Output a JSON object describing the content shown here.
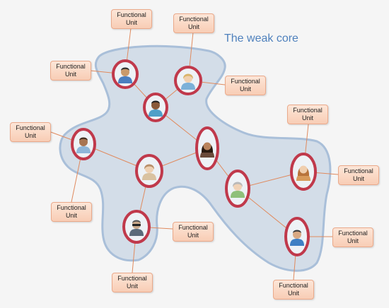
{
  "diagram": {
    "core_label": "The weak core",
    "unit_label_line1": "Functional",
    "unit_label_line2": "Unit",
    "colors": {
      "core_fill": "#d3dde8",
      "core_stroke": "#a9bfd9",
      "ring": "#c0394b",
      "connector": "#e08a5e",
      "unit_fill": "#fbdac8",
      "title": "#4f81bd"
    },
    "people": [
      {
        "id": "p1",
        "avatar": "person-dark-hair-icon"
      },
      {
        "id": "p2",
        "avatar": "person-blonde-icon"
      },
      {
        "id": "p3",
        "avatar": "person-dark-skin-icon"
      },
      {
        "id": "p4",
        "avatar": "person-brown-hair-icon"
      },
      {
        "id": "p5",
        "avatar": "person-long-hair-icon"
      },
      {
        "id": "p6",
        "avatar": "person-older-icon"
      },
      {
        "id": "p7",
        "avatar": "person-sunglasses-icon"
      },
      {
        "id": "p8",
        "avatar": "person-gray-hair-icon"
      },
      {
        "id": "p9",
        "avatar": "person-redhead-icon"
      },
      {
        "id": "p10",
        "avatar": "person-blue-icon"
      }
    ],
    "units": [
      {
        "id": "u1",
        "line1": "Functional",
        "line2": "Unit"
      },
      {
        "id": "u2",
        "line1": "Functional",
        "line2": "Unit"
      },
      {
        "id": "u3",
        "line1": "Functional",
        "line2": "Unit"
      },
      {
        "id": "u4",
        "line1": "Functional",
        "line2": "Unit"
      },
      {
        "id": "u5",
        "line1": "Functional",
        "line2": "Unit"
      },
      {
        "id": "u6",
        "line1": "Functional",
        "line2": "Unit"
      },
      {
        "id": "u7",
        "line1": "Functional",
        "line2": "Unit"
      },
      {
        "id": "u8",
        "line1": "Functional",
        "line2": "Unit"
      },
      {
        "id": "u9",
        "line1": "Functional",
        "line2": "Unit"
      },
      {
        "id": "u10",
        "line1": "Functional",
        "line2": "Unit"
      },
      {
        "id": "u11",
        "line1": "Functional",
        "line2": "Unit"
      },
      {
        "id": "u12",
        "line1": "Functional",
        "line2": "Unit"
      }
    ]
  }
}
